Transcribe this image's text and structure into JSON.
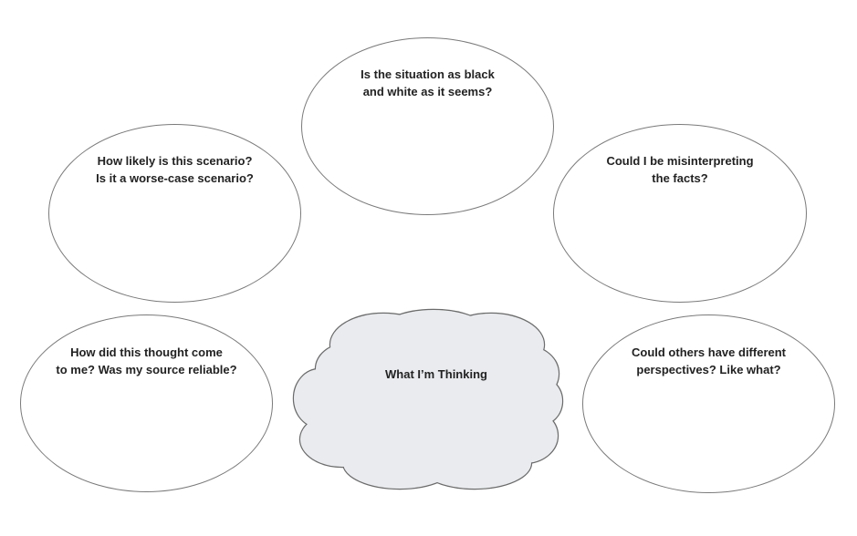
{
  "diagram": {
    "center": {
      "shape": "cloud",
      "label": "What I’m Thinking",
      "fill_color": "#e9ebee",
      "stroke_color": "#6b6b6b"
    },
    "bubbles": [
      {
        "id": "situation",
        "lines": [
          "Is the situation as black",
          "and white as it seems?"
        ]
      },
      {
        "id": "likely",
        "lines": [
          "How likely is this scenario?",
          "Is it a worse-case scenario?"
        ]
      },
      {
        "id": "misinterpret",
        "lines": [
          "Could I be misinterpreting",
          "the facts?"
        ]
      },
      {
        "id": "source",
        "lines": [
          "How did this thought come",
          "to me? Was my source reliable?"
        ]
      },
      {
        "id": "perspectives",
        "lines": [
          "Could others have different",
          "perspectives? Like what?"
        ]
      }
    ],
    "bubble_stroke_color": "#7a7a7a"
  }
}
